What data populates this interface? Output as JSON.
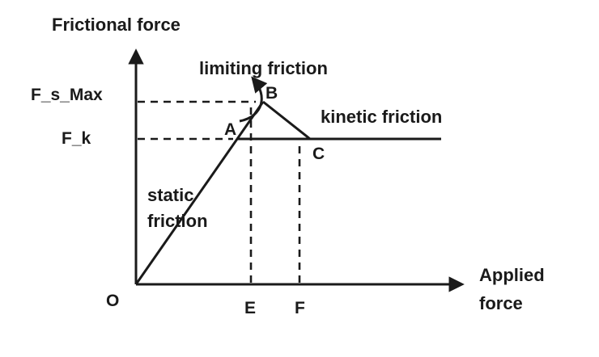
{
  "diagram": {
    "y_axis_title": "Frictional force",
    "x_axis_title_line1": "Applied",
    "x_axis_title_line2": "force",
    "annotations": {
      "limiting_friction": "limiting friction",
      "kinetic_friction": "kinetic friction",
      "static_friction_line1": "static",
      "static_friction_line2": "friction"
    },
    "axis_value_labels": {
      "f_s_max": "F_s_Max",
      "f_k": "F_k"
    },
    "points": {
      "origin": "O",
      "a": "A",
      "b": "B",
      "c": "C",
      "e": "E",
      "f": "F"
    },
    "colors": {
      "line": "#1a1a1a",
      "background": "#ffffff"
    }
  }
}
